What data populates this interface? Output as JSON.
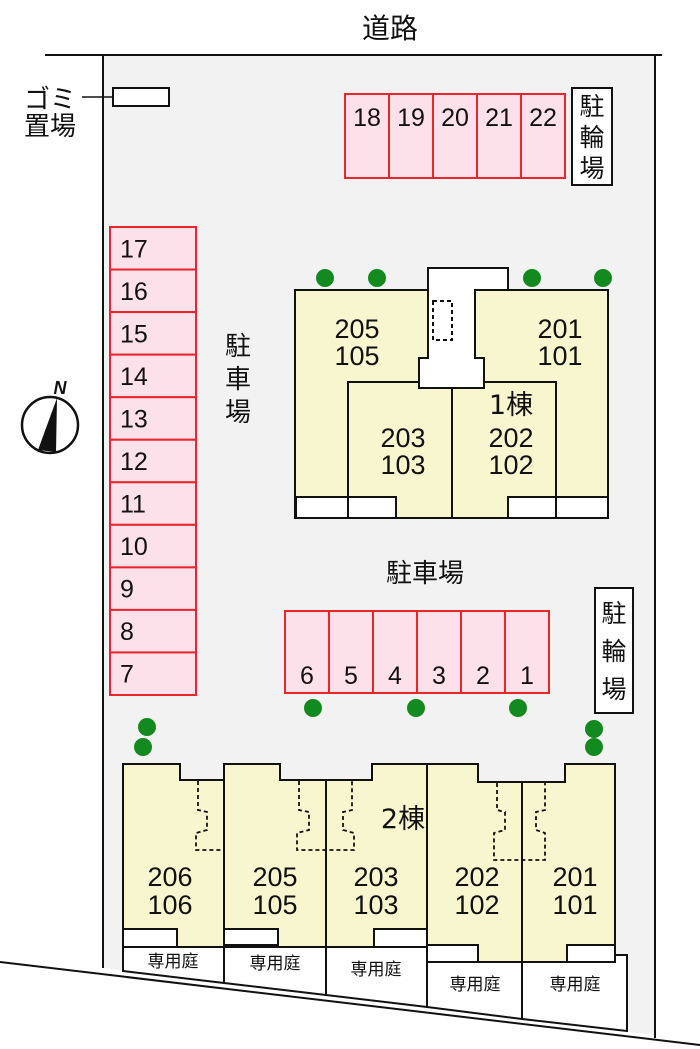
{
  "road_label": "道路",
  "garbage": {
    "line1": "ゴミ",
    "line2": "置場"
  },
  "compass": {
    "label": "N"
  },
  "bike_parking_top": {
    "chars": [
      "駐",
      "輪",
      "場"
    ]
  },
  "bike_parking_right": {
    "chars": [
      "駐",
      "輪",
      "場"
    ]
  },
  "parking_left_label": {
    "chars": [
      "駐",
      "車",
      "場"
    ]
  },
  "parking_center_label": "駐車場",
  "parking_top": [
    "18",
    "19",
    "20",
    "21",
    "22"
  ],
  "parking_left": [
    "17",
    "16",
    "15",
    "14",
    "13",
    "12",
    "11",
    "10",
    "9",
    "8",
    "7"
  ],
  "parking_middle": [
    "6",
    "5",
    "4",
    "3",
    "2",
    "1"
  ],
  "building1": {
    "label": "1棟",
    "units": [
      {
        "upper": "205",
        "lower": "105"
      },
      {
        "upper": "201",
        "lower": "101"
      },
      {
        "upper": "203",
        "lower": "103"
      },
      {
        "upper": "202",
        "lower": "102"
      }
    ]
  },
  "building2": {
    "label": "2棟",
    "garden_label": "専用庭",
    "units": [
      {
        "upper": "206",
        "lower": "106"
      },
      {
        "upper": "205",
        "lower": "105"
      },
      {
        "upper": "203",
        "lower": "103"
      },
      {
        "upper": "202",
        "lower": "102"
      },
      {
        "upper": "201",
        "lower": "101"
      }
    ]
  },
  "colors": {
    "parking_fill": "#fde1ea",
    "parking_stroke": "#e8262c",
    "building_fill": "#f8f6cf",
    "tree": "#138a1f",
    "ground": "#f2f2f2"
  }
}
